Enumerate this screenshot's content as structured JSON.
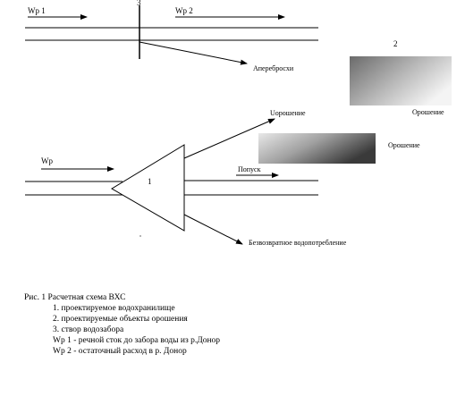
{
  "diagram": {
    "top": {
      "node_3_label": "3",
      "wp1_label": "Wp 1",
      "wp2_label": "Wp 2",
      "transfer_label": "Аперебросхи"
    },
    "node_2": {
      "number": "2",
      "label": "Орошение"
    },
    "bottom": {
      "wp_label": "Wp",
      "node_1_label": "1",
      "u_irrigation_label": "Uорошение",
      "irrigation_label": "Орошение",
      "release_label": "Попуск",
      "consumption_label": "Безвозвратное водопотребление"
    }
  },
  "caption": {
    "title": "Рис. 1 Расчетная схема ВХС",
    "items": [
      "1. проектируемое водохранилище",
      "2. проектируемые объекты орошения",
      "3. створ водозабора",
      "Wp 1 - речной сток до забора воды из р.Донор",
      "Wp 2 - остаточный расход в р. Донор"
    ]
  }
}
